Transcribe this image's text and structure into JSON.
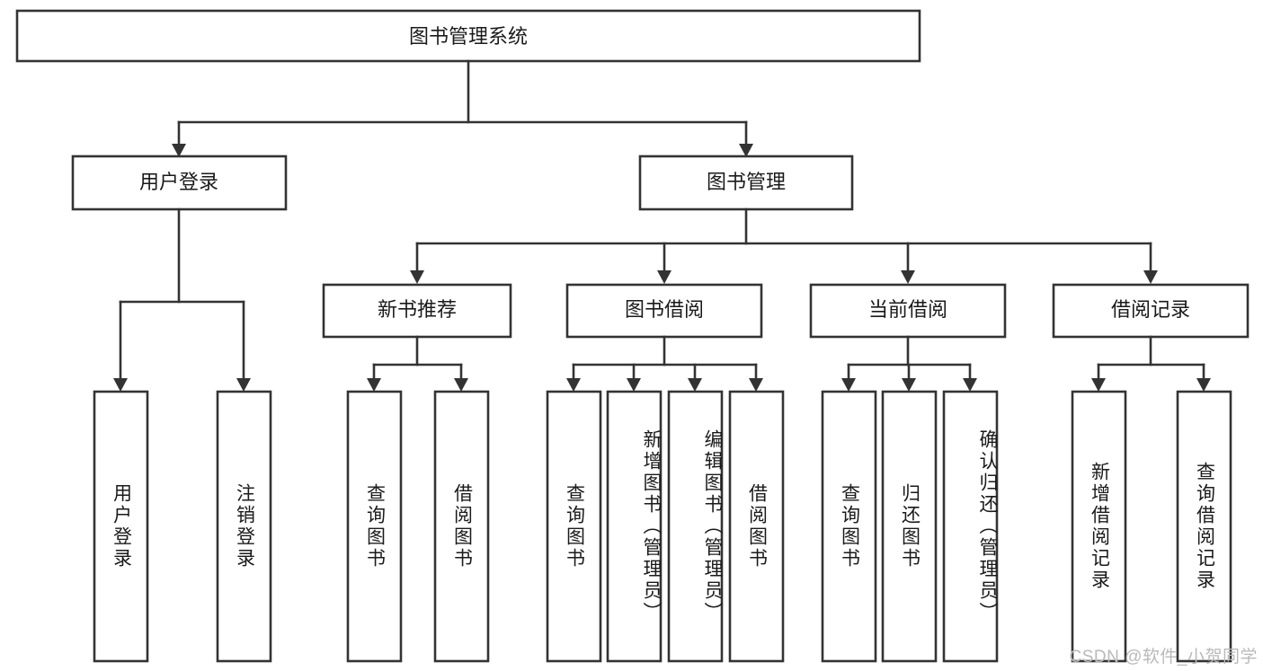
{
  "diagram": {
    "title": "图书管理系统",
    "type": "tree-hierarchy-diagram",
    "colors": {
      "box_stroke": "#333333",
      "box_fill": "#ffffff",
      "text": "#1a1a1a",
      "background": "#ffffff",
      "watermark": "#b9b9b9"
    },
    "root": {
      "label": "图书管理系统"
    },
    "level1": [
      {
        "label": "用户登录"
      },
      {
        "label": "图书管理"
      }
    ],
    "level2": [
      {
        "label": "新书推荐"
      },
      {
        "label": "图书借阅"
      },
      {
        "label": "当前借阅"
      },
      {
        "label": "借阅记录"
      }
    ],
    "leaves": {
      "user_login": [
        {
          "label": "用户登录"
        },
        {
          "label": "注销登录"
        }
      ],
      "new_book_recommend": [
        {
          "label": "查询图书"
        },
        {
          "label": "借阅图书"
        }
      ],
      "book_borrow": [
        {
          "label": "查询图书"
        },
        {
          "label": "新增图书（管理员）"
        },
        {
          "label": "编辑图书（管理员）"
        },
        {
          "label": "借阅图书"
        }
      ],
      "current_borrow": [
        {
          "label": "查询图书"
        },
        {
          "label": "归还图书"
        },
        {
          "label": "确认归还（管理员）"
        }
      ],
      "borrow_record": [
        {
          "label": "新增借阅记录"
        },
        {
          "label": "查询借阅记录"
        }
      ]
    }
  },
  "watermark": {
    "text": "CSDN @软件_小贺同学"
  }
}
